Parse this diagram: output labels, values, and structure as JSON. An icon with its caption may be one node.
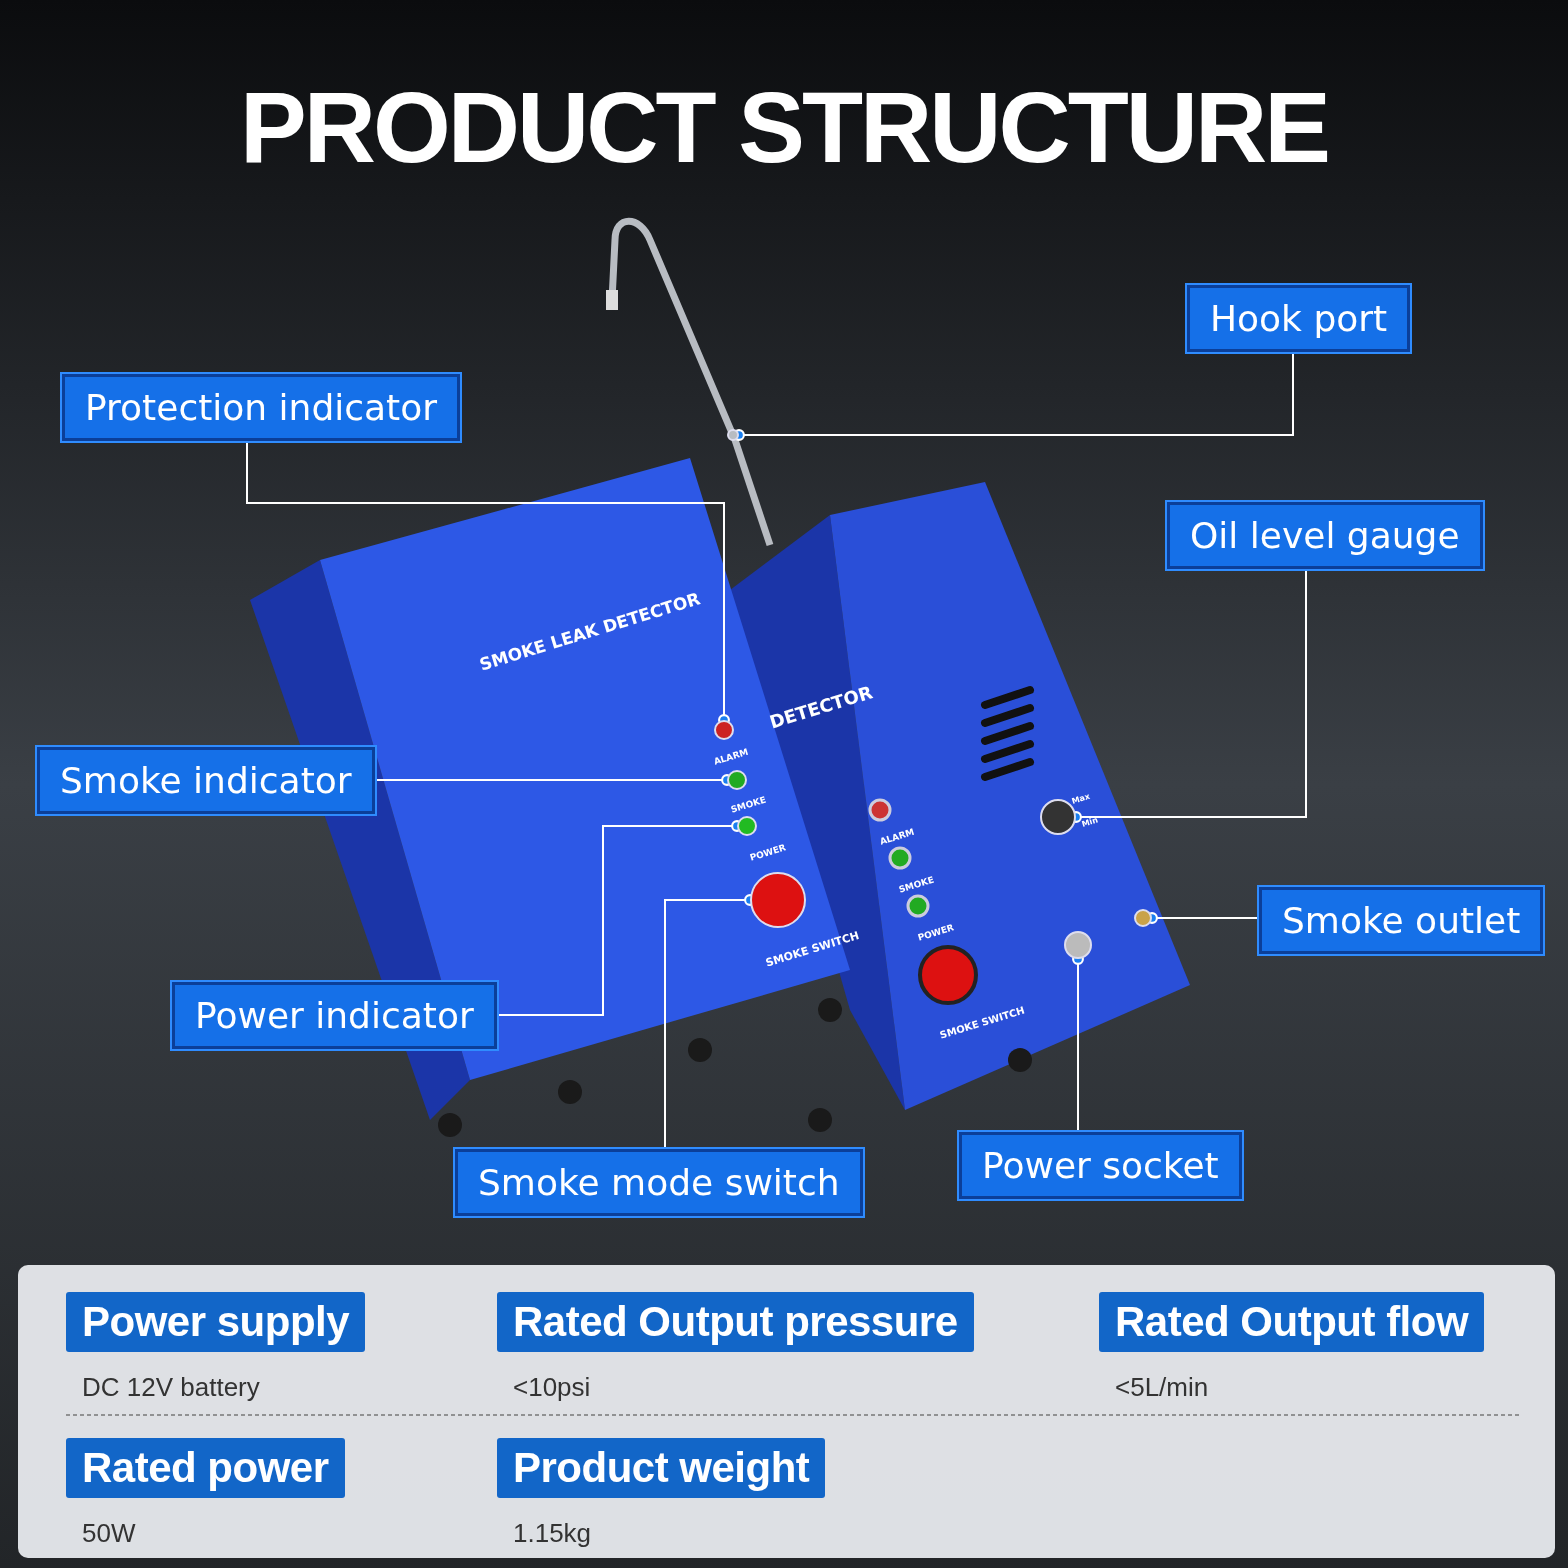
{
  "diagram": {
    "title": "PRODUCT STRUCTURE",
    "nodes": [
      {
        "text": [
          "Hook port"
        ]
      },
      {
        "text": [
          "Protection indicator"
        ]
      },
      {
        "text": [
          "Oil level gauge"
        ]
      },
      {
        "text": [
          "Smoke indicator"
        ]
      },
      {
        "text": [
          "Smoke outlet"
        ]
      },
      {
        "text": [
          "Power indicator"
        ]
      },
      {
        "text": [
          "Smoke mode switch"
        ]
      },
      {
        "text": [
          "Power socket"
        ]
      },
      {
        "text": [],
        "shape": "circle"
      },
      {
        "text": [],
        "shape": "circle"
      },
      {
        "text": [],
        "shape": "circle"
      },
      {
        "text": [],
        "shape": "circle"
      },
      {
        "text": [],
        "shape": "circle"
      },
      {
        "text": [],
        "shape": "circle"
      },
      {
        "text": [],
        "shape": "circle"
      },
      {
        "text": [],
        "shape": "circle"
      },
      {
        "text": [
          "Power supply"
        ],
        "beside": [
          "DC 12V battery"
        ]
      },
      {
        "text": [
          "Rated Output pressure"
        ],
        "beside": [
          "<10psi"
        ]
      },
      {
        "text": [
          "Rated Output flow"
        ],
        "beside": [
          "<5L/min"
        ]
      },
      {
        "text": [
          "Rated power"
        ],
        "beside": [
          "50W"
        ]
      },
      {
        "text": [
          "Product weight"
        ],
        "beside": [
          "1.15kg"
        ]
      }
    ],
    "edges": [
      {
        "from": 0,
        "to": 9,
        "arrow": "other"
      },
      {
        "from": 1,
        "to": 8,
        "arrow": "other"
      },
      {
        "from": 2,
        "to": 13,
        "arrow": "other"
      },
      {
        "from": 3,
        "to": 10,
        "arrow": "other"
      },
      {
        "from": 4,
        "to": 15,
        "arrow": "other"
      },
      {
        "from": 5,
        "to": 11,
        "arrow": "other"
      },
      {
        "from": 6,
        "to": 12,
        "arrow": "other"
      },
      {
        "from": 7,
        "to": 14,
        "arrow": "other"
      }
    ],
    "labels": [
      "SMOKE LEAK DETECTOR",
      "ALARM",
      "SMOKE",
      "POWER",
      "SMOKE SWITCH",
      "DETECTOR",
      "ALARM",
      "SMOKE",
      "POWER",
      "SMOKE SWITCH",
      "Max",
      "Min"
    ]
  }
}
